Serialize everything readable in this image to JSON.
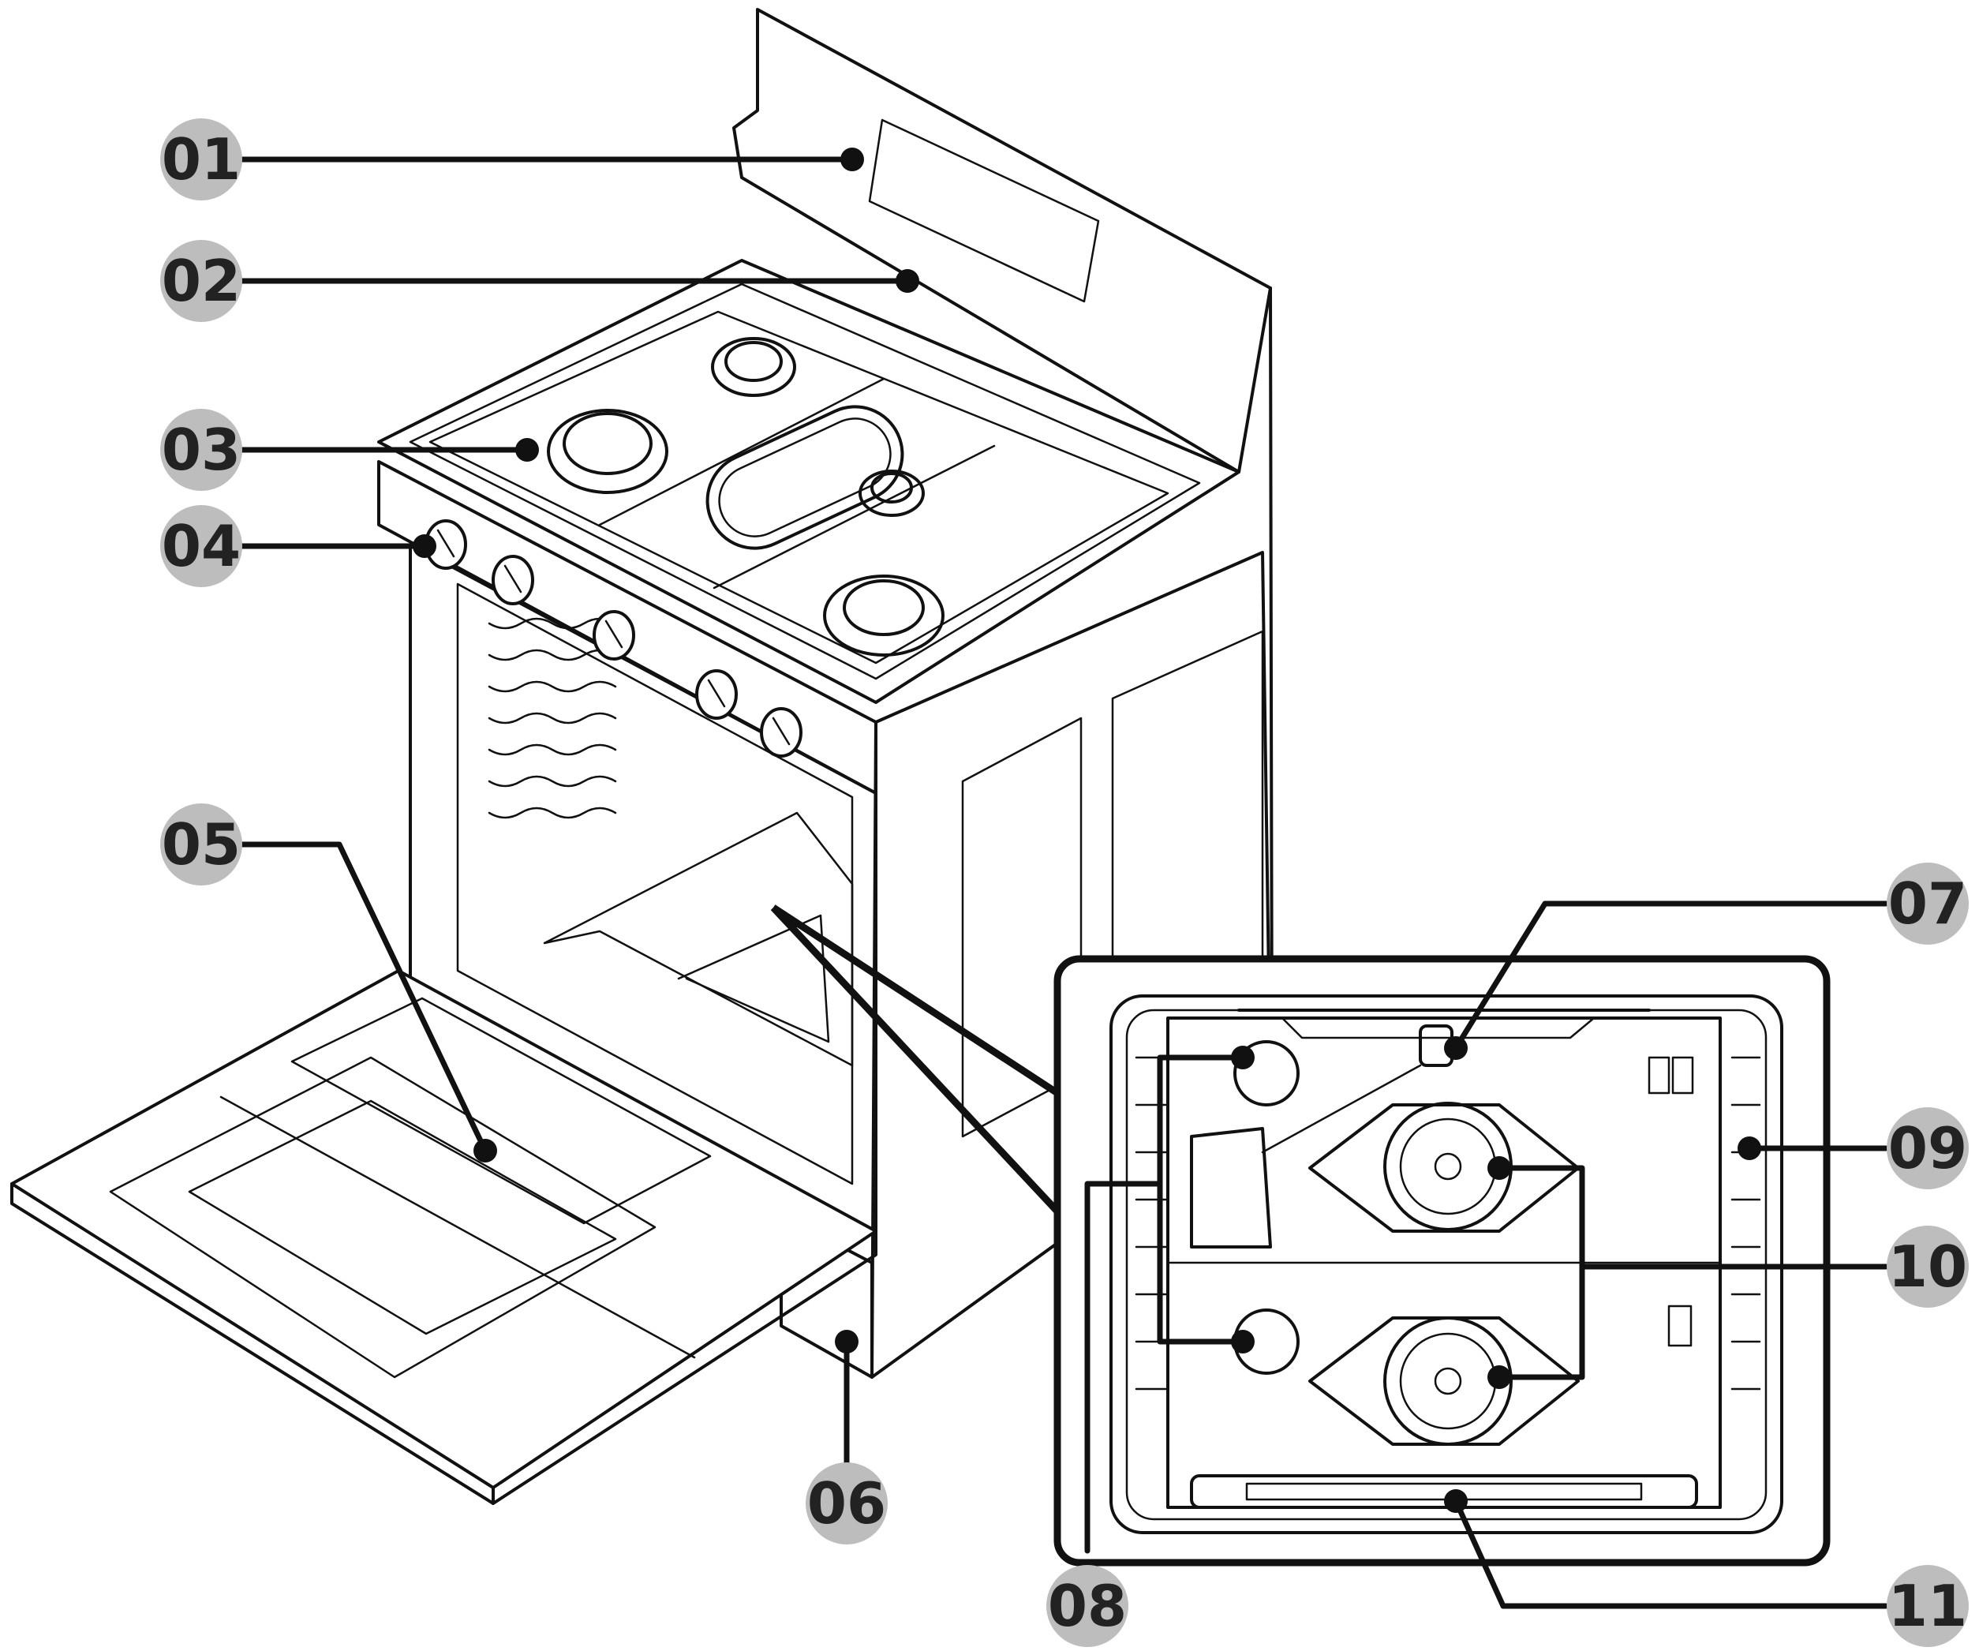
{
  "labels": [
    {
      "id": "01",
      "text": "01",
      "part": "control-panel"
    },
    {
      "id": "02",
      "text": "02",
      "part": "cooktop"
    },
    {
      "id": "03",
      "text": "03",
      "part": "burner"
    },
    {
      "id": "04",
      "text": "04",
      "part": "control-knob"
    },
    {
      "id": "05",
      "text": "05",
      "part": "oven-door"
    },
    {
      "id": "06",
      "text": "06",
      "part": "storage-drawer"
    },
    {
      "id": "07",
      "text": "07",
      "part": "oven-light"
    },
    {
      "id": "08",
      "text": "08",
      "part": "rack-guides"
    },
    {
      "id": "09",
      "text": "09",
      "part": "oven-rack-support"
    },
    {
      "id": "10",
      "text": "10",
      "part": "convection-fans"
    },
    {
      "id": "11",
      "text": "11",
      "part": "bottom-vent"
    }
  ],
  "colors": {
    "label_fill": "#bdbdbd",
    "label_text": "#222222",
    "ink": "#111111",
    "background": "#ffffff"
  }
}
